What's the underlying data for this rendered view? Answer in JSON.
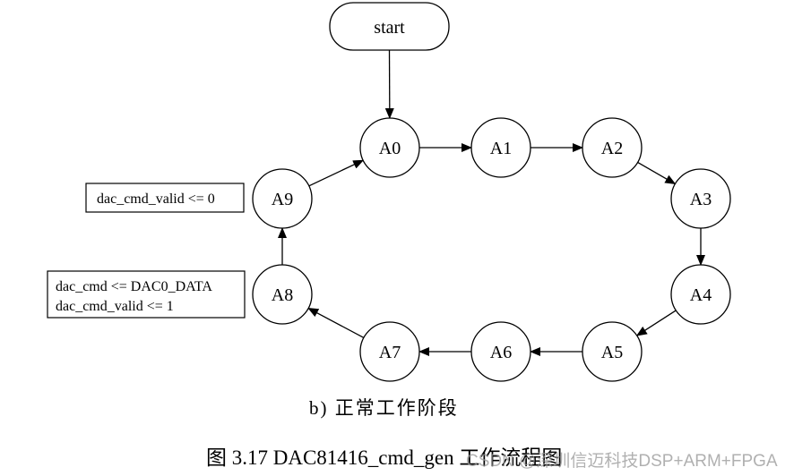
{
  "diagram": {
    "start_label": "start",
    "nodes": [
      "A0",
      "A1",
      "A2",
      "A3",
      "A4",
      "A5",
      "A6",
      "A7",
      "A8",
      "A9"
    ],
    "edges": [
      [
        "start",
        "A0"
      ],
      [
        "A0",
        "A1"
      ],
      [
        "A1",
        "A2"
      ],
      [
        "A2",
        "A3"
      ],
      [
        "A3",
        "A4"
      ],
      [
        "A4",
        "A5"
      ],
      [
        "A5",
        "A6"
      ],
      [
        "A6",
        "A7"
      ],
      [
        "A7",
        "A8"
      ],
      [
        "A8",
        "A9"
      ],
      [
        "A9",
        "A0"
      ]
    ],
    "notes": {
      "A9": [
        "dac_cmd_valid <= 0"
      ],
      "A8": [
        "dac_cmd <= DAC0_DATA",
        "dac_cmd_valid <= 1"
      ]
    }
  },
  "subcaption": "b)  正常工作阶段",
  "caption": "图 3.17 DAC81416_cmd_gen 工作流程图",
  "watermark": "CSDN @深圳信迈科技DSP+ARM+FPGA"
}
